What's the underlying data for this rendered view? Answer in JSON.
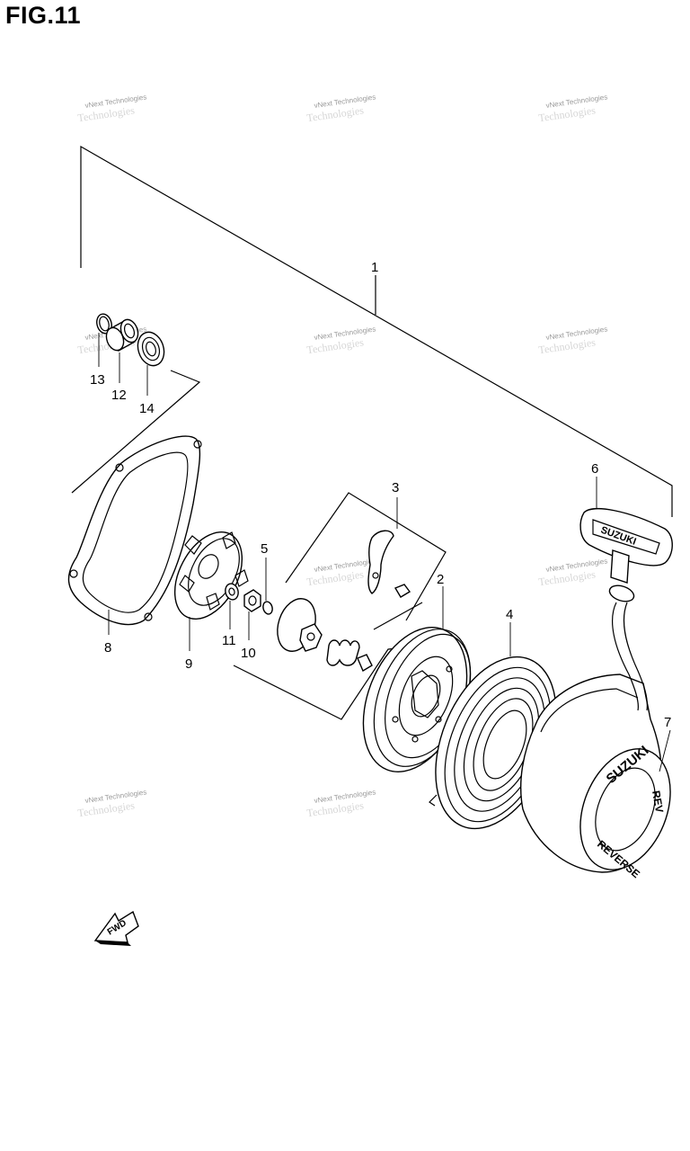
{
  "figure": {
    "title": "FIG.11"
  },
  "callouts": [
    {
      "id": "callout-1",
      "label": "1"
    },
    {
      "id": "callout-2",
      "label": "2"
    },
    {
      "id": "callout-3",
      "label": "3"
    },
    {
      "id": "callout-4",
      "label": "4"
    },
    {
      "id": "callout-5",
      "label": "5"
    },
    {
      "id": "callout-6",
      "label": "6"
    },
    {
      "id": "callout-7",
      "label": "7"
    },
    {
      "id": "callout-8",
      "label": "8"
    },
    {
      "id": "callout-9",
      "label": "9"
    },
    {
      "id": "callout-10",
      "label": "10"
    },
    {
      "id": "callout-11",
      "label": "11"
    },
    {
      "id": "callout-12",
      "label": "12"
    },
    {
      "id": "callout-13",
      "label": "13"
    },
    {
      "id": "callout-14",
      "label": "14"
    }
  ],
  "watermark": {
    "line1": "vNext Technologies",
    "line2": "Technologies"
  },
  "handle": {
    "brand": "SUZUKI"
  },
  "housing": {
    "brand": "SUZUKI",
    "ring_a": "REVERSE",
    "ring_b": "REV"
  },
  "fwd_arrow": {
    "label": "FWD"
  }
}
